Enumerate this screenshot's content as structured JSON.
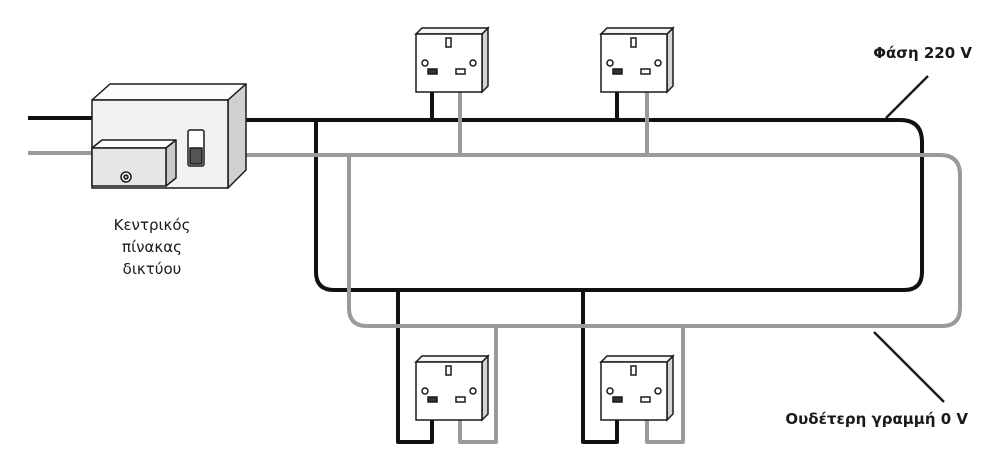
{
  "labels": {
    "panel_line1": "Κεντρικός",
    "panel_line2": "πίνακας",
    "panel_line3": "δικτύου",
    "live": "Φάση 220 V",
    "neutral": "Ουδέτερη γραμμή 0 V"
  },
  "colors": {
    "live_wire": "#111111",
    "neutral_wire": "#9a9a9a",
    "outline": "#1a1a1a",
    "socket_face": "#ffffff",
    "socket_side": "#d4d4d4",
    "panel_fill": "#f2f2f2",
    "panel_side": "#d0d0d0"
  },
  "icons": {
    "distribution_board": "fuse-box-icon",
    "socket": "uk-socket-outlet-icon"
  }
}
